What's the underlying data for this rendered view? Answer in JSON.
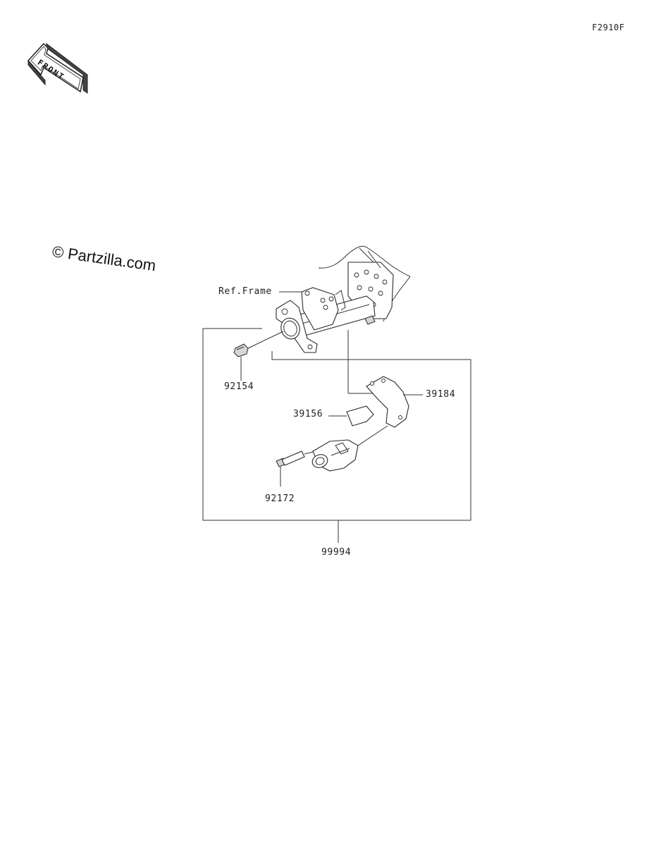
{
  "diagram_code": "F2910F",
  "front_label": "FRONT",
  "watermark": "© Partzilla.com",
  "labels": {
    "ref_frame": "Ref.Frame",
    "p92154": "92154",
    "p39184": "39184",
    "p39156": "39156",
    "p92172": "92172",
    "p99994": "99994"
  },
  "icons": {
    "front_arrow": "front-arrow-icon"
  },
  "colors": {
    "line": "#333333",
    "fill": "#ffffff"
  }
}
